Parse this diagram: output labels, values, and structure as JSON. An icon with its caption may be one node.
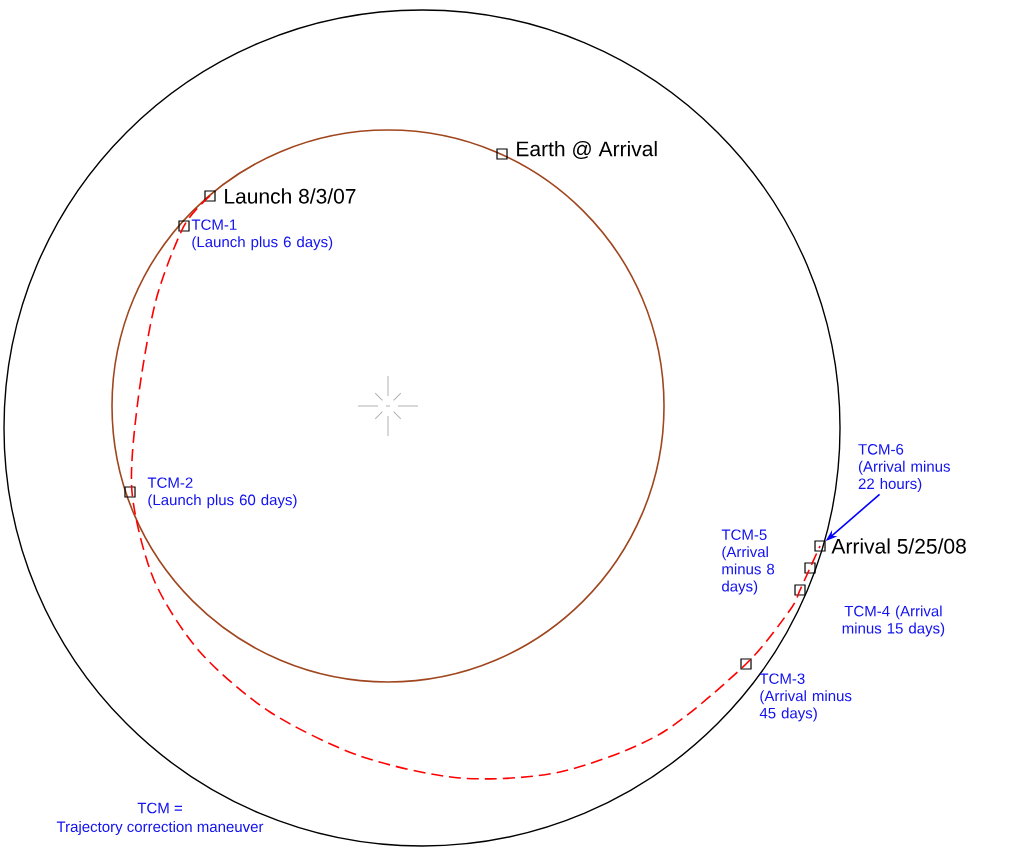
{
  "diagram": {
    "nodes": [
      {
        "text": [],
        "shape": "box",
        "beside": [
          "Earth @ Arrival"
        ]
      },
      {
        "text": [],
        "shape": "box",
        "beside": [
          "Launch 8/3/07"
        ]
      },
      {
        "text": [],
        "shape": "box",
        "beside": [
          "TCM-1",
          "(Launch plus 6 days)"
        ]
      },
      {
        "text": [],
        "shape": "box",
        "beside": [
          "TCM-2",
          "(Launch plus 60 days)"
        ]
      },
      {
        "text": [
          "TCM-6",
          "(Arrival minus 22 hours)"
        ]
      },
      {
        "text": [],
        "shape": "box",
        "beside": [
          "Arrival 5/25/08"
        ]
      },
      {
        "text": [],
        "shape": "box",
        "beside": [
          "TCM-5",
          "(Arrival minus 8 days)"
        ]
      },
      {
        "text": [],
        "shape": "box",
        "beside": [
          "TCM-4 (Arrival minus 15 days)"
        ]
      },
      {
        "text": [],
        "shape": "box",
        "beside": [
          "TCM-3",
          "(Arrival minus 45 days)"
        ]
      }
    ],
    "edges": [
      {
        "from": 4,
        "to": 5,
        "arrow": "to",
        "color": "#0000ff"
      },
      {
        "from": 1,
        "to": 5,
        "arrow": "none",
        "style": "dashed",
        "color": "#ff0000"
      }
    ],
    "labels": [
      "TCM =",
      "Trajectory correction maneuver"
    ]
  }
}
